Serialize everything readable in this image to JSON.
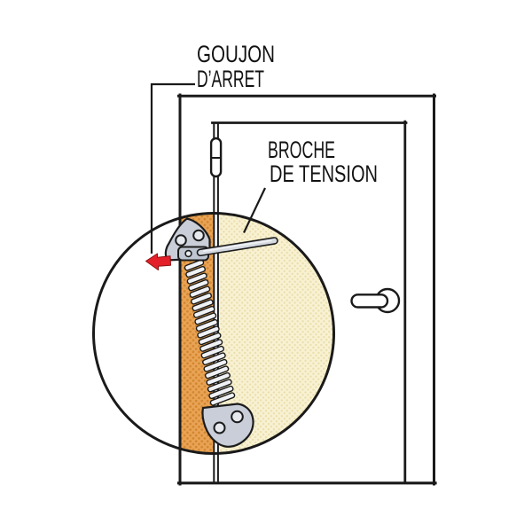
{
  "diagram": {
    "title_labels": {
      "goujon_line1": "GOUJON",
      "goujon_line2": "D’ARRET",
      "broche_line1": "BROCHE",
      "broche_line2": "DE TENSION"
    },
    "colors": {
      "background": "#ffffff",
      "line_black": "#1a1a1a",
      "jamb_orange": "#e9a355",
      "jamb_orange_dot": "#d2862f",
      "face_cream": "#f8f1d2",
      "face_cream_dot": "#e9ddaa",
      "metal_gray": "#c9ced8",
      "metal_gray_dark": "#bfc6d1",
      "hole_gray": "#e6e9ee",
      "spring_white": "#f0f1f4",
      "arrow_red": "#e32029"
    }
  }
}
